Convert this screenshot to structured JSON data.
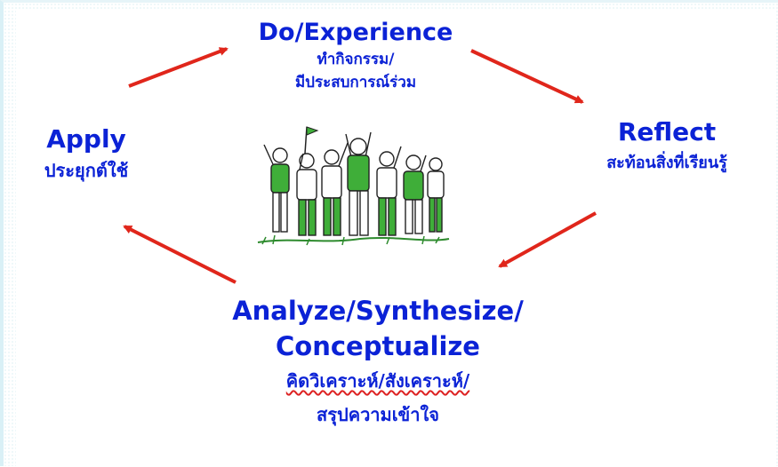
{
  "cycle": {
    "do": {
      "en": "Do/Experience",
      "th1": "ทำกิจกรรม/",
      "th2": "มีประสบการณ์ร่วม"
    },
    "reflect": {
      "en": "Reflect",
      "th": "สะท้อนสิ่งที่เรียนรู้"
    },
    "apply": {
      "en": "Apply",
      "th": "ประยุกต์ใช้"
    },
    "analyze": {
      "en1": "Analyze/Synthesize/",
      "en2": "Conceptualize",
      "th1": "คิดวิเคราะห์/สังเคราะห์/",
      "th2": "สรุปความเข้าใจ"
    }
  },
  "colors": {
    "label": "#0b22d6",
    "arrow": "#e0261b",
    "figure_shirt_green": "#3fae39"
  },
  "icons": {
    "center": "group-of-people-cheering-icon",
    "arrow": "red-arrow-icon"
  }
}
